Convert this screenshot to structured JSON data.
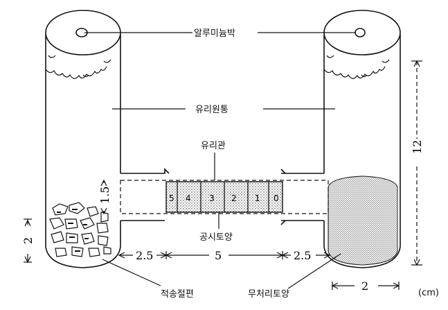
{
  "labels": {
    "aluminum_foil": "알루미늄박",
    "glass_cylinder": "유리원통",
    "glass_tube": "유리관",
    "test_soil": "공시토양",
    "stacked_slices": "적송절편",
    "untreated_soil": "무처리토양",
    "unit": "(cm)"
  },
  "dimensions": {
    "height": "12",
    "tube_diameter": "1.5",
    "left_fill_height": "2",
    "left_gap": "2.5",
    "soil_length": "5",
    "right_gap": "2.5",
    "cylinder_width": "2"
  },
  "segments": [
    "5",
    "4",
    "3",
    "2",
    "1",
    "0"
  ]
}
